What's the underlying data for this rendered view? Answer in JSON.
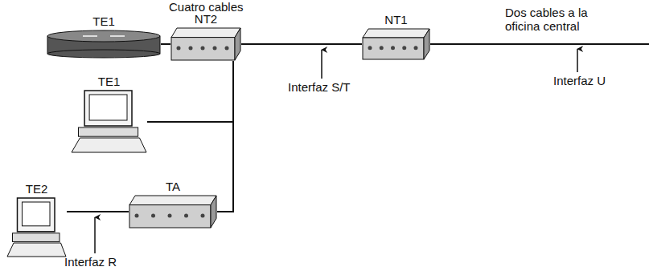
{
  "diagram": {
    "nodes": [
      {
        "text": [
          "TE1"
        ]
      },
      {
        "text": [
          "NT2"
        ]
      },
      {
        "text": [
          "NT1"
        ]
      },
      {
        "text": [
          "TE1"
        ]
      },
      {
        "text": [
          "TE2"
        ]
      },
      {
        "text": [
          "TA"
        ]
      }
    ],
    "edges": [
      {
        "from": 0,
        "to": 1,
        "arrow": "none"
      },
      {
        "from": 1,
        "to": 2,
        "arrow": "none"
      },
      {
        "from": 1,
        "to": 3,
        "arrow": "none"
      },
      {
        "from": 1,
        "to": 5,
        "arrow": "none"
      },
      {
        "from": 4,
        "to": 5,
        "arrow": "none"
      }
    ],
    "labels": [
      "Cuatro cables",
      "Dos cables a la oficina central",
      "Interfaz S/T",
      "Interfaz U",
      "Interfaz R"
    ]
  }
}
